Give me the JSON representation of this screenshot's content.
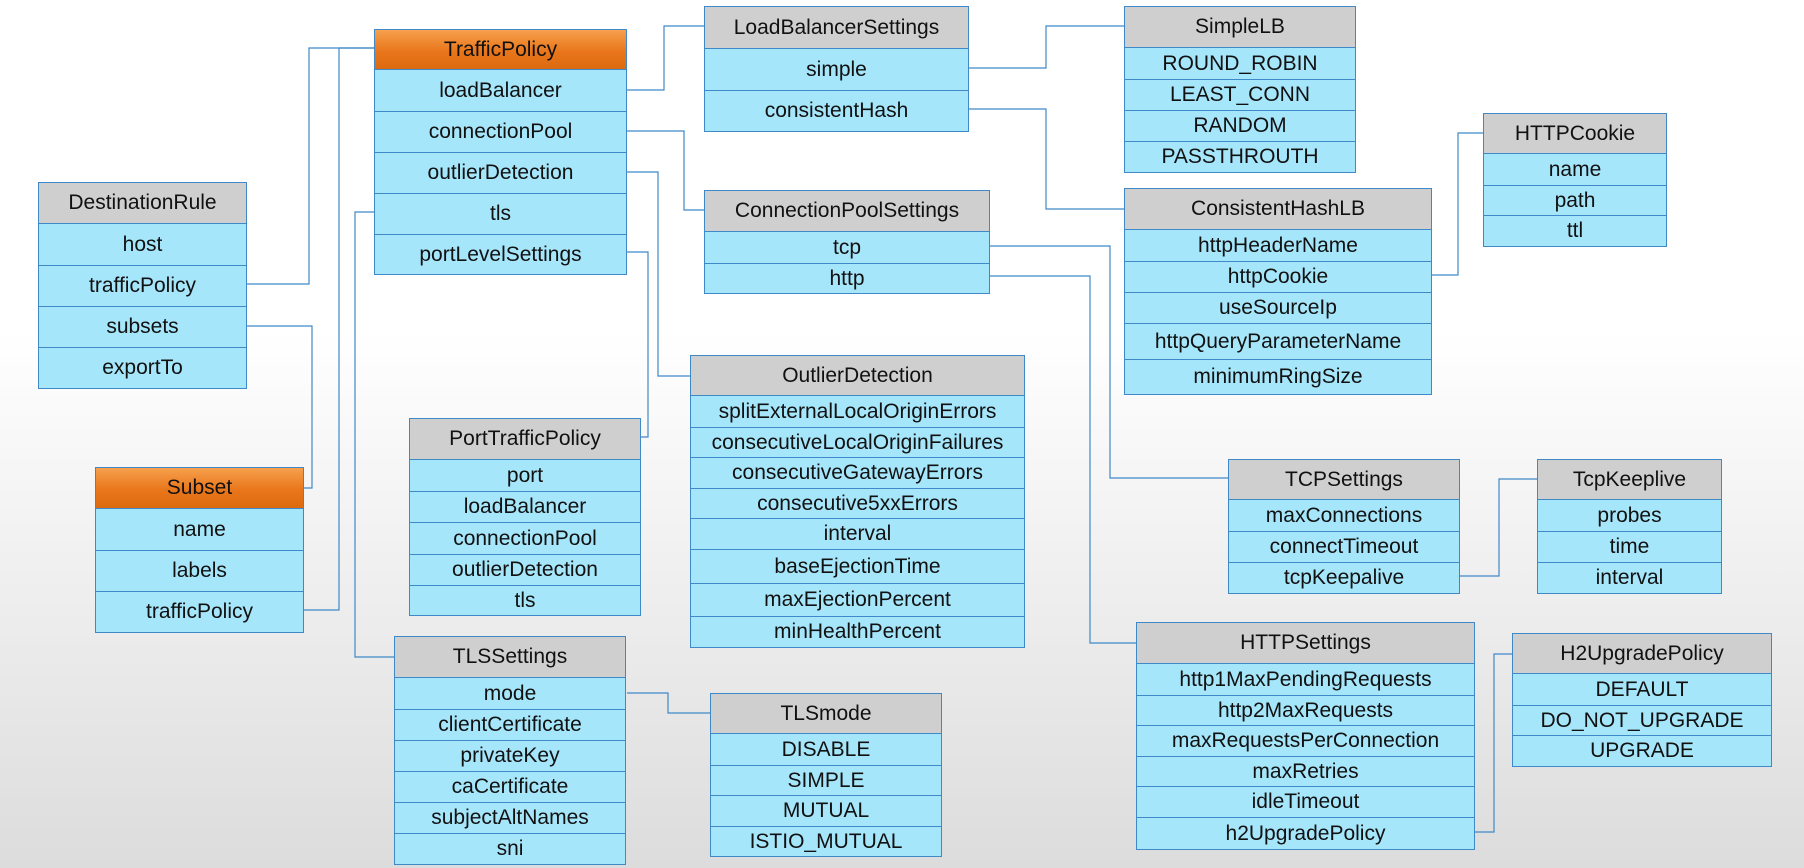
{
  "entities": [
    {
      "key": "trafficPolicy",
      "title": "TrafficPolicy",
      "primary": true,
      "fields": [
        "loadBalancer",
        "connectionPool",
        "outlierDetection",
        "tls",
        "portLevelSettings"
      ]
    },
    {
      "key": "destinationRule",
      "title": "DestinationRule",
      "primary": false,
      "fields": [
        "host",
        "trafficPolicy",
        "subsets",
        "exportTo"
      ]
    },
    {
      "key": "subset",
      "title": "Subset",
      "primary": true,
      "fields": [
        "name",
        "labels",
        "trafficPolicy"
      ]
    },
    {
      "key": "loadBalancerSettings",
      "title": "LoadBalancerSettings",
      "primary": false,
      "fields": [
        "simple",
        "consistentHash"
      ]
    },
    {
      "key": "connectionPoolSettings",
      "title": "ConnectionPoolSettings",
      "primary": false,
      "fields": [
        "tcp",
        "http"
      ]
    },
    {
      "key": "outlierDetection",
      "title": "OutlierDetection",
      "primary": false,
      "fields": [
        "splitExternalLocalOriginErrors",
        "consecutiveLocalOriginFailures",
        "consecutiveGatewayErrors",
        "consecutive5xxErrors",
        "interval",
        "baseEjectionTime",
        "maxEjectionPercent",
        "minHealthPercent"
      ]
    },
    {
      "key": "portTrafficPolicy",
      "title": "PortTrafficPolicy",
      "primary": false,
      "fields": [
        "port",
        "loadBalancer",
        "connectionPool",
        "outlierDetection",
        "tls"
      ]
    },
    {
      "key": "tlsSettings",
      "title": "TLSSettings",
      "primary": false,
      "fields": [
        "mode",
        "clientCertificate",
        "privateKey",
        "caCertificate",
        "subjectAltNames",
        "sni"
      ]
    },
    {
      "key": "tlsMode",
      "title": "TLSmode",
      "primary": false,
      "fields": [
        "DISABLE",
        "SIMPLE",
        "MUTUAL",
        "ISTIO_MUTUAL"
      ]
    },
    {
      "key": "simpleLB",
      "title": "SimpleLB",
      "primary": false,
      "fields": [
        "ROUND_ROBIN",
        "LEAST_CONN",
        "RANDOM",
        "PASSTHROUTH"
      ]
    },
    {
      "key": "consistentHashLB",
      "title": "ConsistentHashLB",
      "primary": false,
      "fields": [
        "httpHeaderName",
        "httpCookie",
        "useSourceIp",
        "httpQueryParameterName",
        "minimumRingSize"
      ]
    },
    {
      "key": "httpCookie",
      "title": "HTTPCookie",
      "primary": false,
      "fields": [
        "name",
        "path",
        "ttl"
      ]
    },
    {
      "key": "tcpSettings",
      "title": "TCPSettings",
      "primary": false,
      "fields": [
        "maxConnections",
        "connectTimeout",
        "tcpKeepalive"
      ]
    },
    {
      "key": "tcpKeeplive",
      "title": "TcpKeeplive",
      "primary": false,
      "fields": [
        "probes",
        "time",
        "interval"
      ]
    },
    {
      "key": "httpSettings",
      "title": "HTTPSettings",
      "primary": false,
      "fields": [
        "http1MaxPendingRequests",
        "http2MaxRequests",
        "maxRequestsPerConnection",
        "maxRetries",
        "idleTimeout",
        "h2UpgradePolicy"
      ]
    },
    {
      "key": "h2UpgradePolicy",
      "title": "H2UpgradePolicy",
      "primary": false,
      "fields": [
        "DEFAULT",
        "DO_NOT_UPGRADE",
        "UPGRADE"
      ]
    }
  ],
  "colors": {
    "field_fill": "#a6e6fb",
    "header_fill": "#d0cfcf",
    "primary_header_fill": "#e9761a",
    "border": "#3f89c9",
    "connector": "#3f89c9"
  }
}
